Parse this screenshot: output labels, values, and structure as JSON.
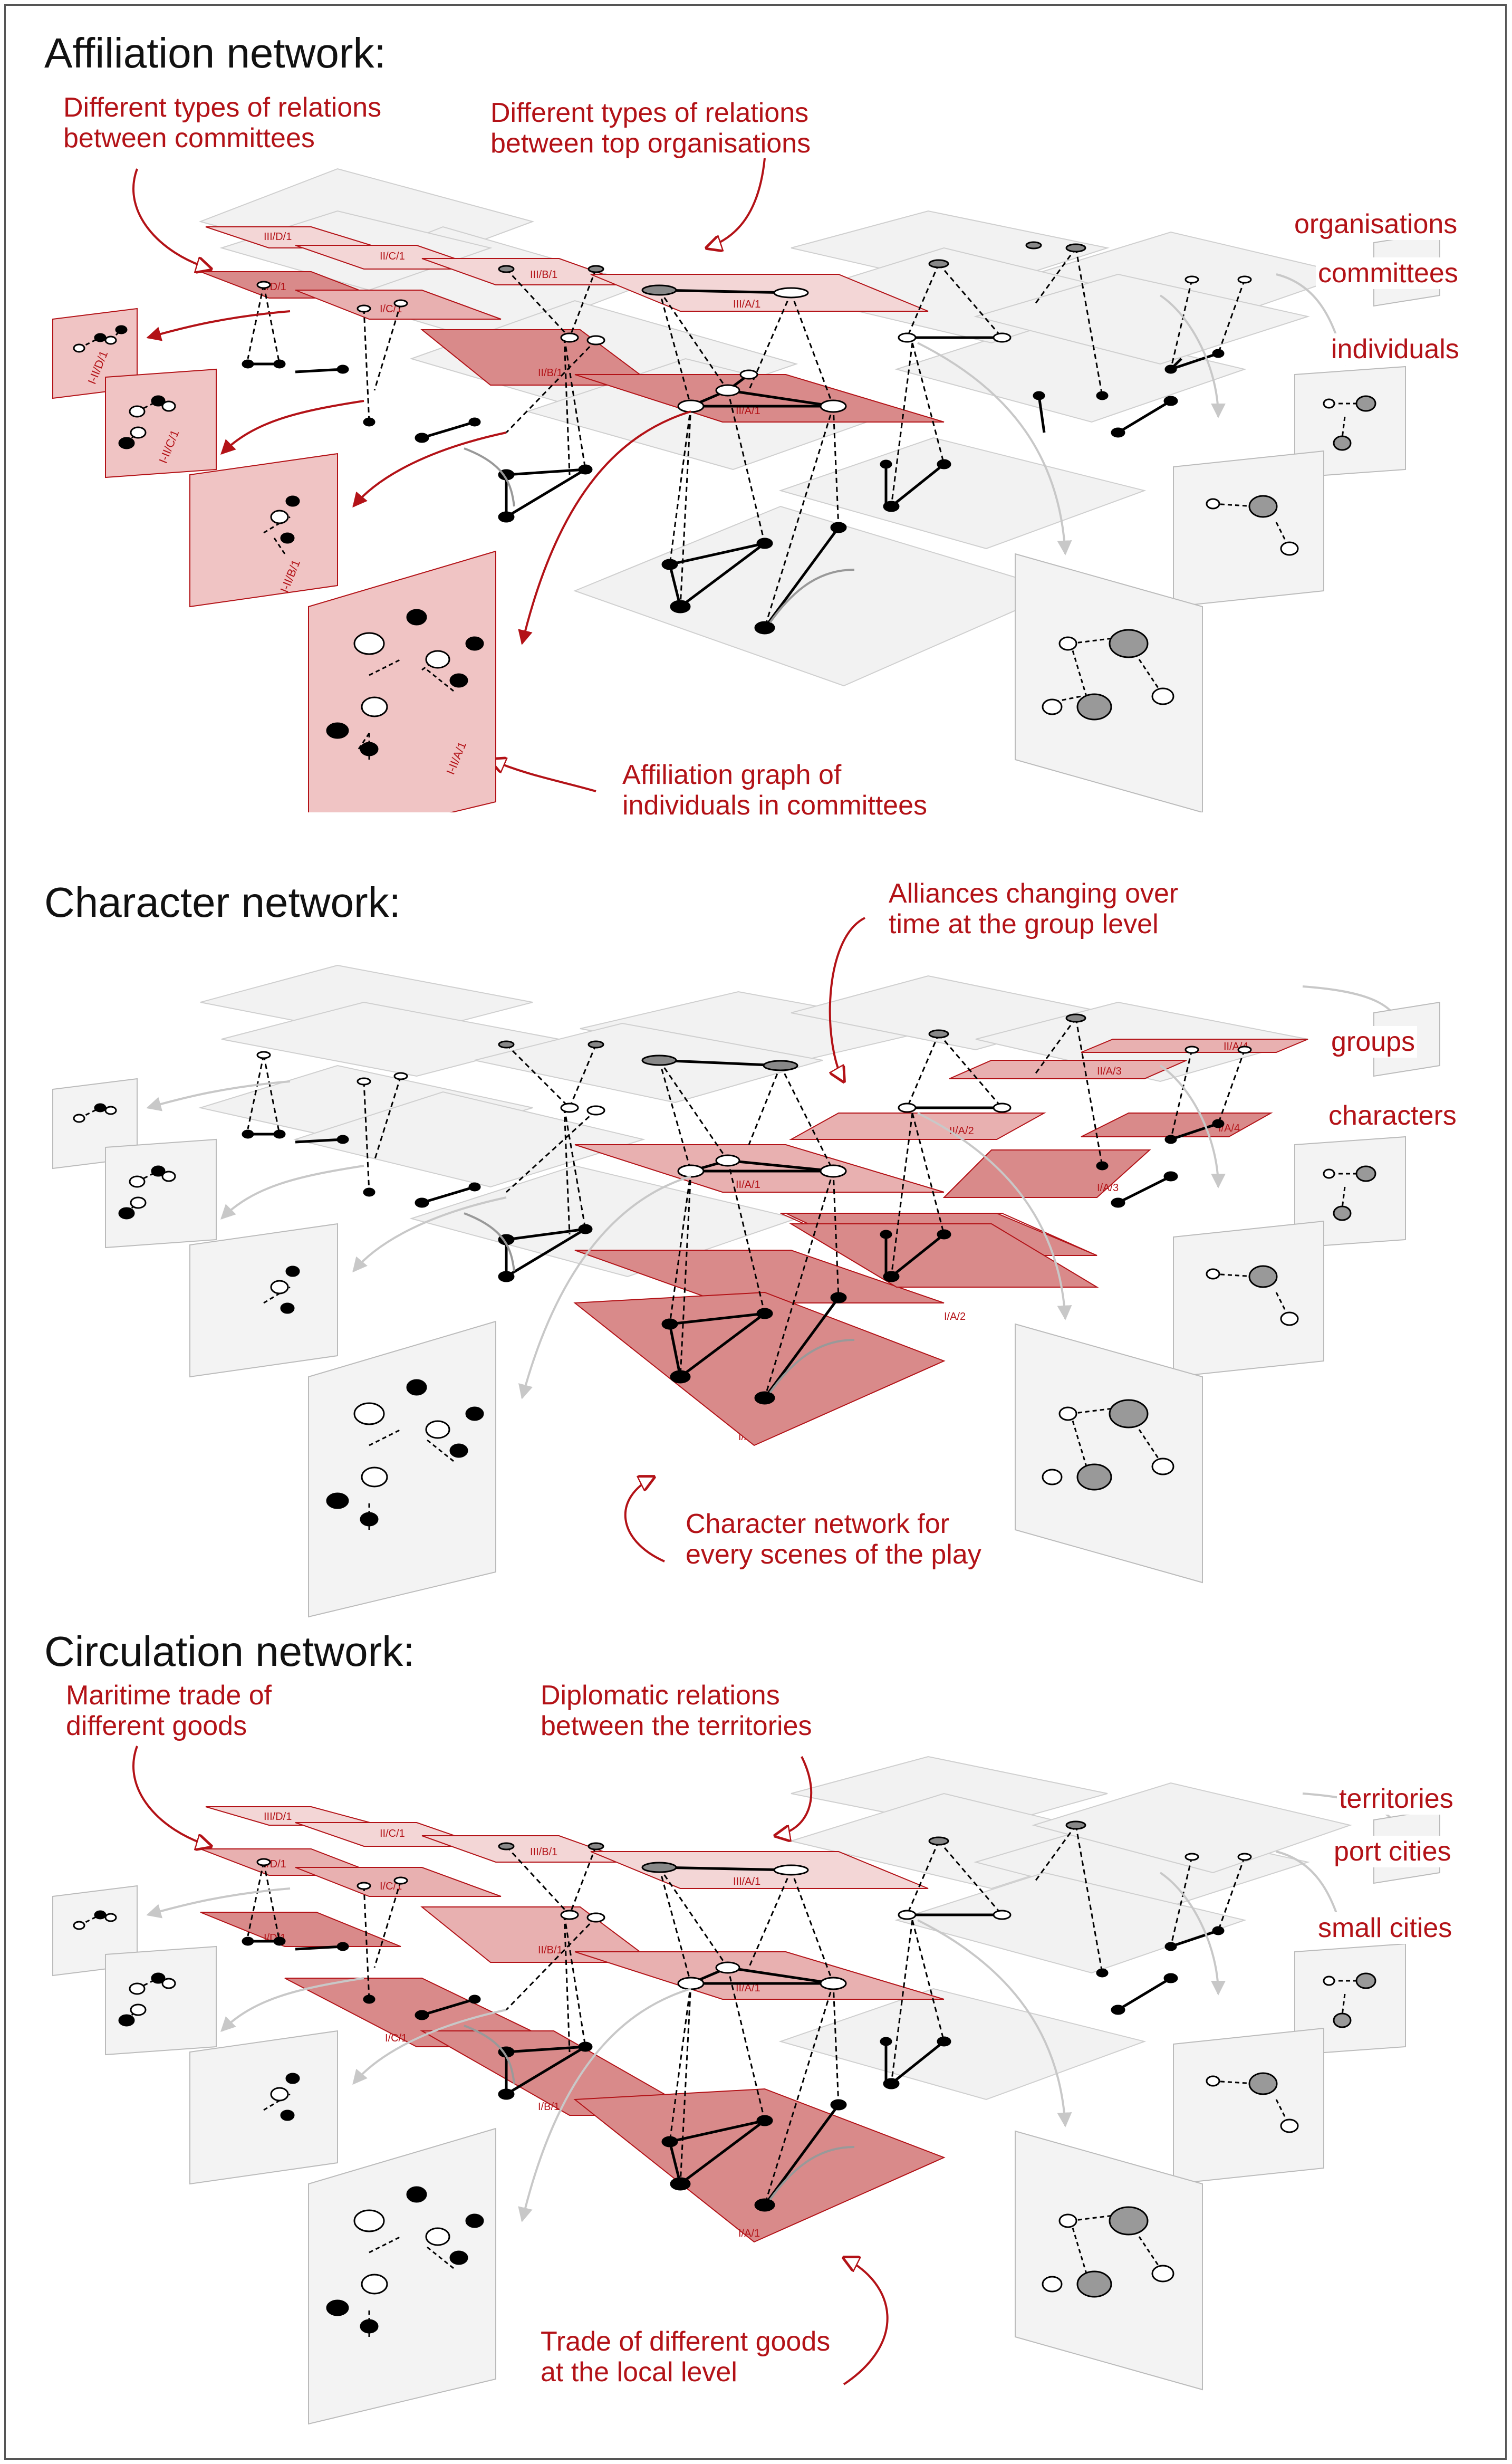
{
  "panels": [
    {
      "title": "Affiliation network:",
      "annotations": [
        "Different types of relations\nbetween committees",
        "Different types of relations\nbetween top organisations",
        "Affiliation graph of\nindividuals in committees"
      ],
      "levels": [
        "organisations",
        "committees",
        "individuals"
      ],
      "layer_labels": [
        "III/D/1",
        "II/C/1",
        "III/B/1",
        "II/D/1",
        "I/C/1",
        "III/A/1",
        "II/B/1",
        "II/A/1"
      ],
      "panel_labels": [
        "I-II/D/1",
        "I-II/C/1",
        "I-II/B/1",
        "I-II/A/1"
      ]
    },
    {
      "title": "Character network:",
      "annotations": [
        "Alliances changing over\ntime at the group level",
        "Character network for\nevery scenes of the play"
      ],
      "levels": [
        "groups",
        "characters"
      ],
      "layer_labels": [
        "II/A/4",
        "II/A/3",
        "I/A/4",
        "II/A/2",
        "I/A/3",
        "II/A/1",
        "I/A/2",
        "I/A/1"
      ],
      "panel_labels": []
    },
    {
      "title": "Circulation network:",
      "annotations": [
        "Maritime trade of\ndifferent goods",
        "Diplomatic relations\nbetween the territories",
        "Trade of different goods\nat the local level"
      ],
      "levels": [
        "territories",
        "port cities",
        "small cities"
      ],
      "layer_labels": [
        "III/D/1",
        "II/C/1",
        "III/B/1",
        "II/D/1",
        "I/C/1",
        "III/A/1",
        "I/D/1",
        "II/B/1",
        "I/C/1",
        "II/A/1",
        "I/B/1",
        "I/A/1"
      ],
      "panel_labels": []
    }
  ],
  "colors": {
    "accent_red": "#b31217",
    "layer_dark": "#d98a8a",
    "layer_mid": "#e8b0b0",
    "layer_light": "#f3d6d6",
    "grey_layer": "#f0f0f0",
    "grey_node": "#999999"
  }
}
